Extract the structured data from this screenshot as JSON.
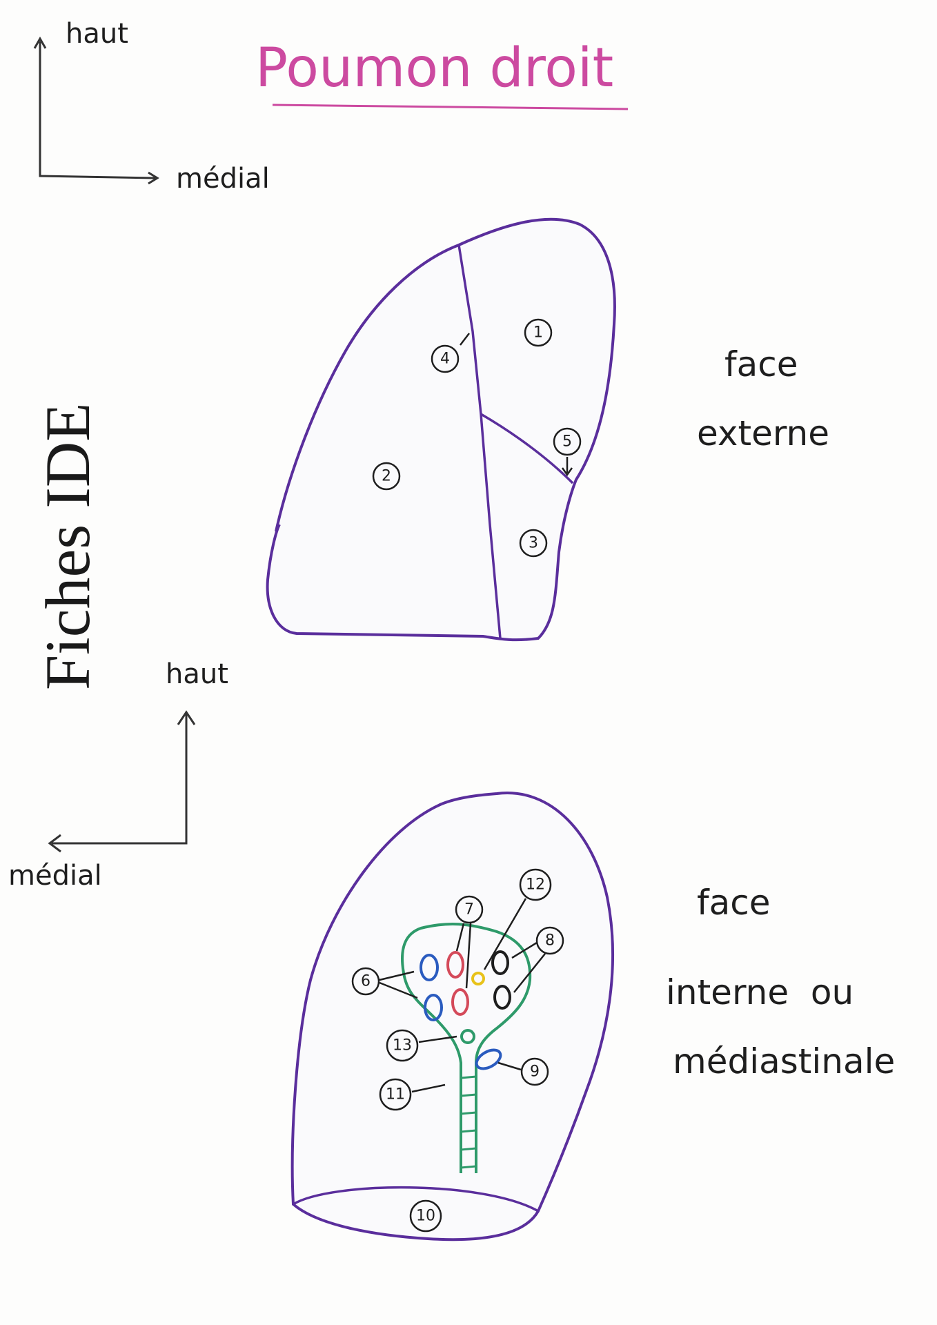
{
  "title": "Poumon droit",
  "side_text": "Fiches IDE",
  "axes": [
    {
      "up": "haut",
      "side": "médial"
    },
    {
      "up": "haut",
      "side": "médial"
    }
  ],
  "external_face": {
    "label_lines": [
      "face",
      "externe"
    ],
    "markers": [
      "1",
      "2",
      "3",
      "4",
      "5"
    ]
  },
  "internal_face": {
    "label_lines": [
      "face",
      "interne  ou",
      "médiastinale"
    ],
    "markers": [
      "6",
      "7",
      "8",
      "9",
      "10",
      "11",
      "12",
      "13"
    ]
  },
  "colors": {
    "title": "#cc4aa0",
    "lung_outline": "#5a2e9c",
    "hilum": "#2e9a6a",
    "vein": "#2a5bbf",
    "artery": "#d44a5a",
    "nerve": "#e8c21a",
    "ink": "#1e1e1e"
  }
}
